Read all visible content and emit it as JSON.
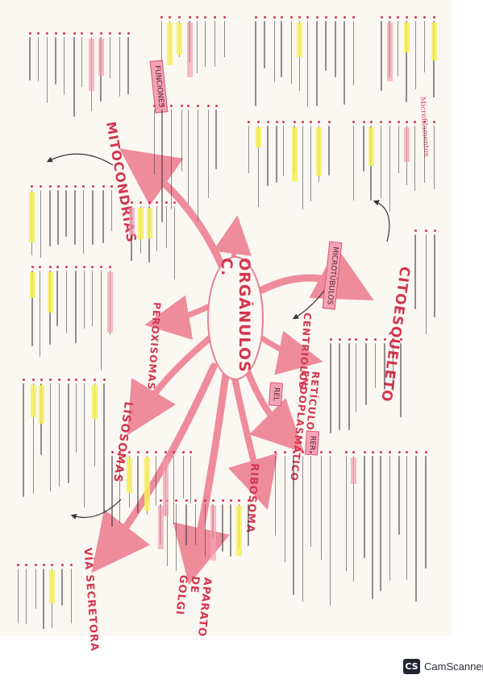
{
  "document": {
    "central_topic": "ORGÁNULOS C.",
    "branches": [
      {
        "key": "citoesqueleto",
        "title": "CITOESQUELETO"
      },
      {
        "key": "centriolos",
        "title": "CENTRIOLOS"
      },
      {
        "key": "reticulo",
        "title": "RETÍCULO ENDOPLASMÁTICO"
      },
      {
        "key": "ribosoma",
        "title": "RIBOSOMA"
      },
      {
        "key": "golgi",
        "title": "APARATO DE GOLGI"
      },
      {
        "key": "secretora",
        "title": "VÍA SECRETORA"
      },
      {
        "key": "lisosomas",
        "title": "LISOSOMAS"
      },
      {
        "key": "peroxisomas",
        "title": "PEROXISOMAS"
      },
      {
        "key": "mitocondrias",
        "title": "MITOCONDRIAS"
      }
    ],
    "labels": {
      "microtubulos": "MICROTÚBULOS",
      "funciones": "FUNCIONES",
      "rer": "RER",
      "rel": "REL",
      "microfilamentos_note": "Microfilamentos"
    },
    "colors": {
      "ink": "#2a2530",
      "headings": "#d2364f",
      "arrows": "#ee8c9a",
      "highlight_yellow": "#f6f05a",
      "highlight_pink": "#f4a0b0",
      "paper": "#fbf7f2"
    }
  },
  "scanner_badge": {
    "icon_text": "CS",
    "brand": "CamScanner"
  }
}
